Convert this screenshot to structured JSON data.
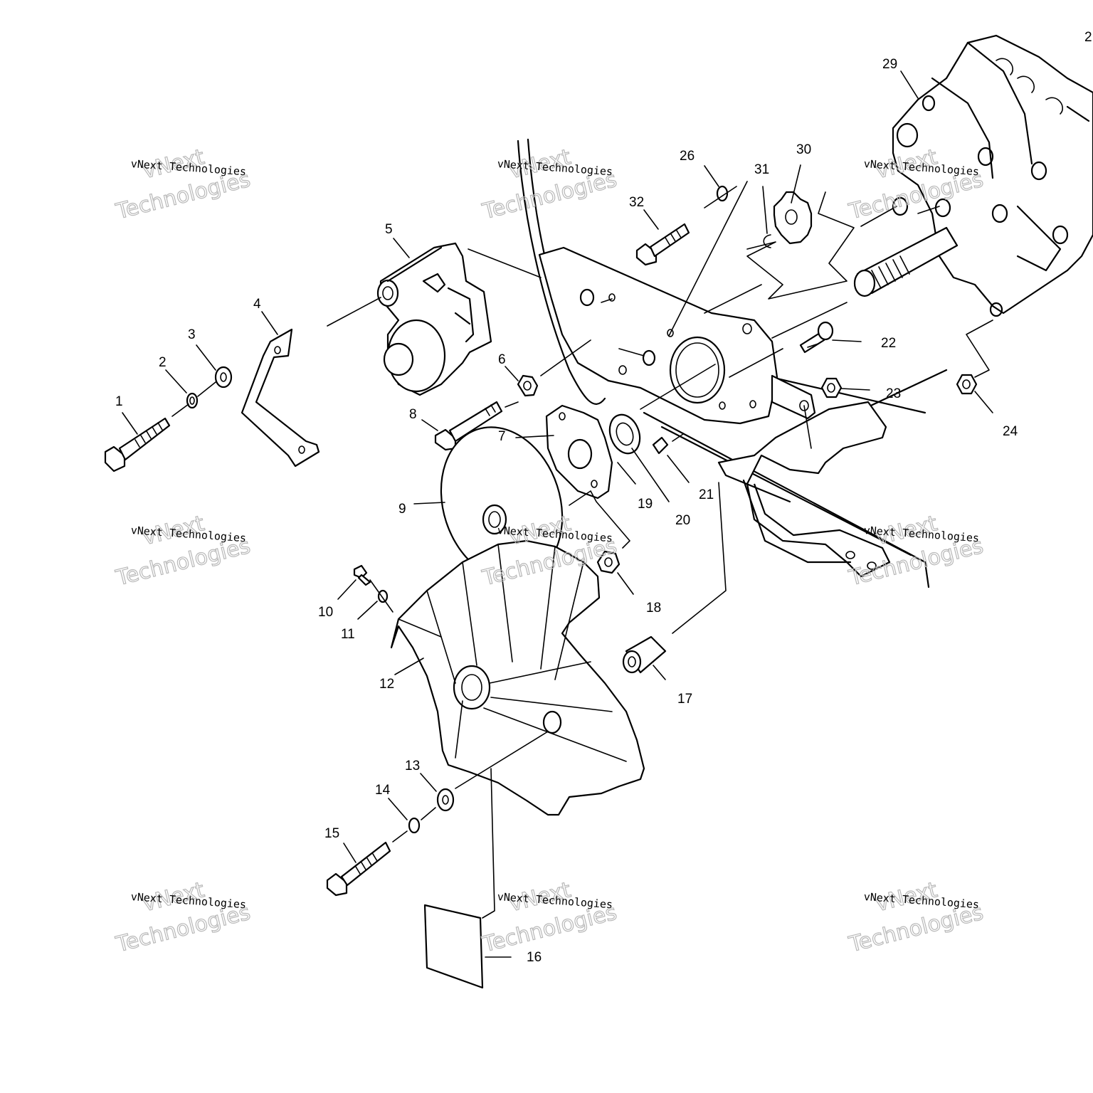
{
  "diagram": {
    "callouts": [
      "1",
      "2",
      "3",
      "4",
      "5",
      "6",
      "7",
      "8",
      "9",
      "10",
      "11",
      "12",
      "13",
      "14",
      "15",
      "16",
      "17",
      "18",
      "19",
      "20",
      "21",
      "22",
      "23",
      "24",
      "26",
      "29",
      "30",
      "31",
      "32"
    ],
    "corner_label": "2"
  },
  "watermark": {
    "line1": "vNext Technologies",
    "line2": "vNext",
    "line3": "Technologies"
  }
}
